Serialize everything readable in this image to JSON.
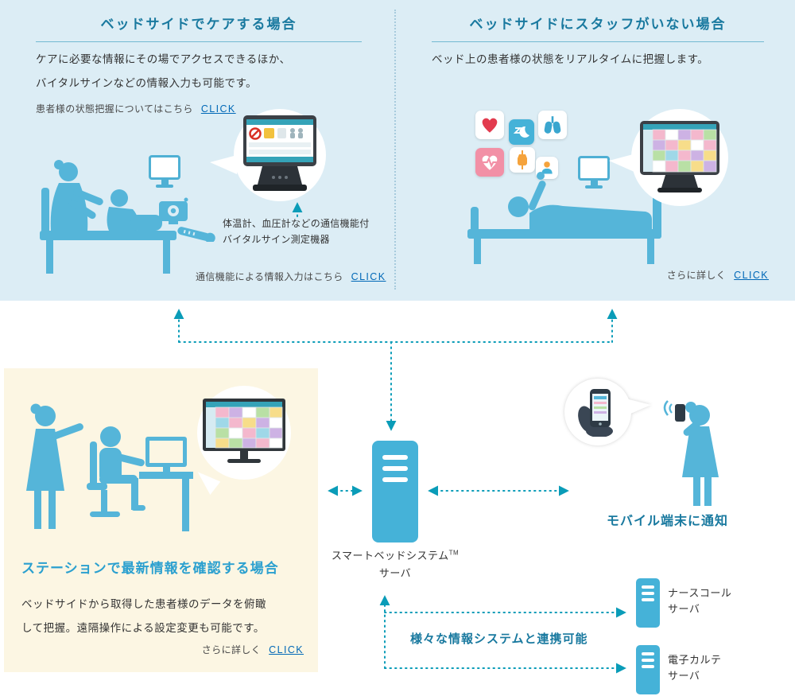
{
  "colors": {
    "panel_blue": "#dcedf5",
    "panel_cream": "#fcf6e3",
    "figure_blue": "#55b5d9",
    "heading_teal": "#19799f",
    "station_heading_blue": "#2ba0cf",
    "link_blue": "#0068b7",
    "arrow_teal": "#0a9cb8",
    "text": "#333333",
    "status_pink": "#f290a6",
    "status_red": "#e23b4e",
    "status_orange": "#f5a33c"
  },
  "bedside_care": {
    "title": "ベッドサイドでケアする場合",
    "body": [
      "ケアに必要な情報にその場でアクセスできるほか、",
      "バイタルサインなどの情報入力も可能です。"
    ],
    "status_link": {
      "label": "患者様の状態把握についてはこちら",
      "cta": "CLICK"
    },
    "device_caption": [
      "体温計、血圧計などの通信機能付",
      "バイタルサイン測定機器"
    ],
    "comm_link": {
      "label": "通信機能による情報入力はこちら",
      "cta": "CLICK"
    }
  },
  "no_staff": {
    "title": "ベッドサイドにスタッフがいない場合",
    "body": "ベッド上の患者様の状態をリアルタイムに把握します。",
    "more_link": {
      "label": "さらに詳しく",
      "cta": "CLICK"
    }
  },
  "station": {
    "title": "ステーションで最新情報を確認する場合",
    "body": [
      "ベッドサイドから取得した患者様のデータを俯瞰",
      "して把握。遠隔操作による設定変更も可能です。"
    ],
    "more_link": {
      "label": "さらに詳しく",
      "cta": "CLICK"
    }
  },
  "server": {
    "name": "スマートベッドシステム",
    "tm": "TM",
    "type": "サーバ"
  },
  "mobile": {
    "label": "モバイル端末に通知"
  },
  "integration": {
    "heading": "様々な情報システムと連携可能",
    "servers": [
      {
        "name": "ナースコール",
        "type": "サーバ"
      },
      {
        "name": "電子カルテ",
        "type": "サーバ"
      }
    ]
  }
}
